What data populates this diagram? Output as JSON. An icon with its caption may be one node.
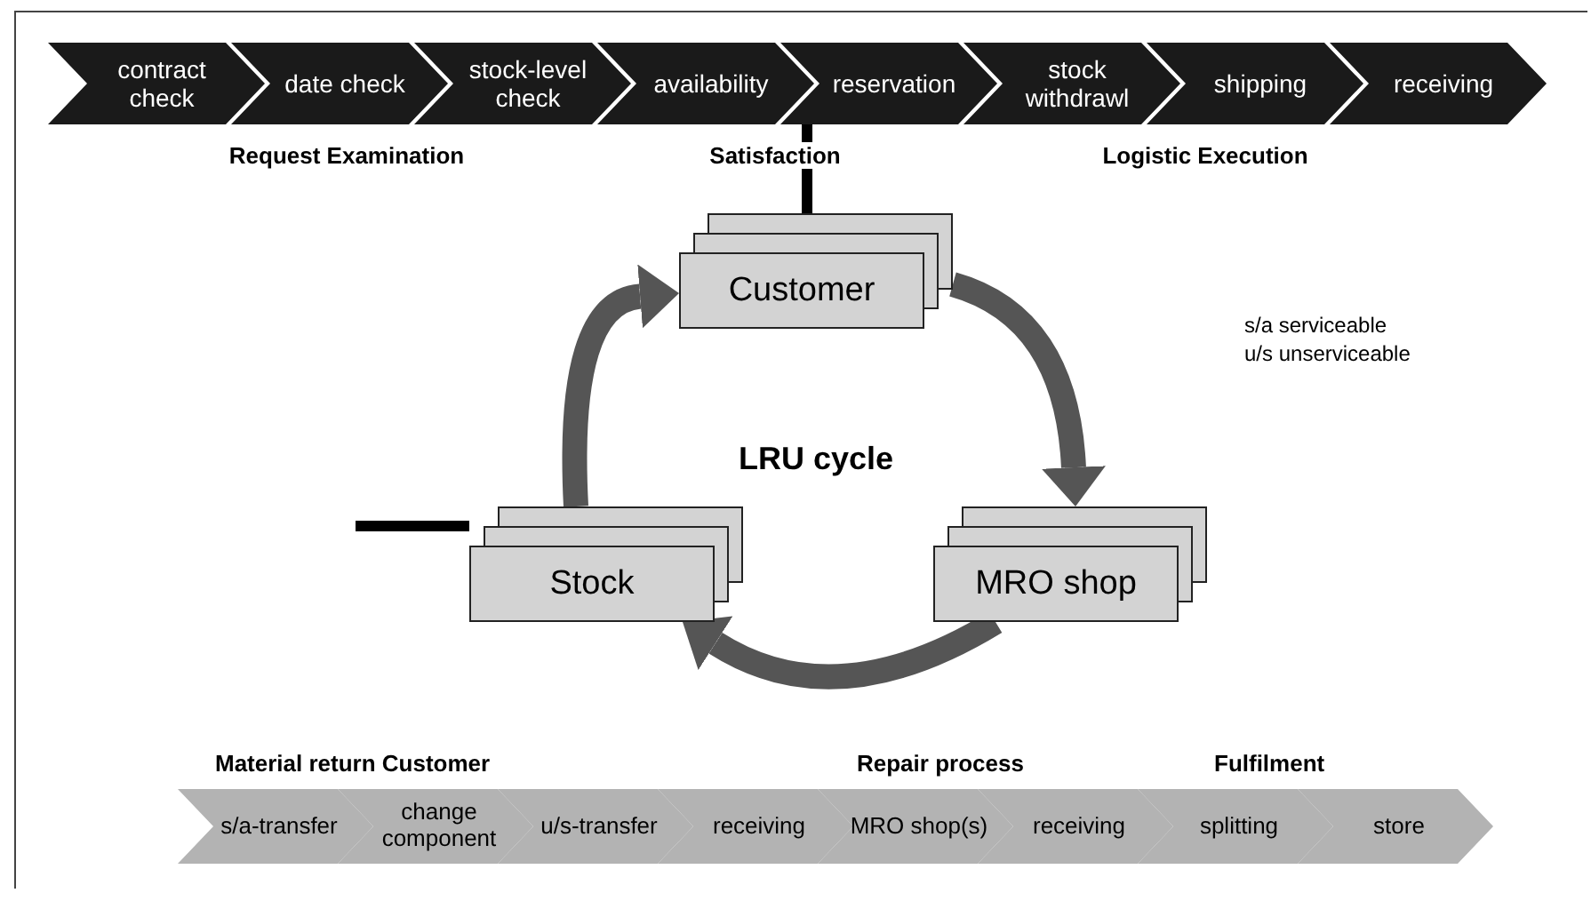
{
  "diagram": {
    "nodes": [
      {
        "text": [
          "contract check"
        ]
      },
      {
        "text": [
          "date check"
        ]
      },
      {
        "text": [
          "stock-level check"
        ]
      },
      {
        "text": [
          "availability"
        ]
      },
      {
        "text": [
          "reservation"
        ]
      },
      {
        "text": [
          "stock withdrawl"
        ]
      },
      {
        "text": [
          "shipping"
        ]
      },
      {
        "text": [
          "receiving"
        ]
      },
      {
        "text": [
          "Customer"
        ]
      },
      {
        "text": [
          "MRO shop"
        ]
      },
      {
        "text": [
          "Stock"
        ]
      },
      {
        "text": [
          "s/a-transfer"
        ]
      },
      {
        "text": [
          "change component"
        ]
      },
      {
        "text": [
          "u/s-transfer"
        ]
      },
      {
        "text": [
          "receiving"
        ]
      },
      {
        "text": [
          "MRO shop(s)"
        ]
      },
      {
        "text": [
          "receiving"
        ]
      },
      {
        "text": [
          "splitting"
        ]
      },
      {
        "text": [
          "store"
        ]
      }
    ],
    "edges": [
      {
        "from": 8,
        "to": 9,
        "arrow": "to"
      },
      {
        "from": 9,
        "to": 10,
        "arrow": "to"
      },
      {
        "from": 10,
        "to": 8,
        "arrow": "to"
      },
      {
        "from": 4,
        "to": 8,
        "arrow": "none",
        "color": "#000000"
      },
      {
        "from": null,
        "to": 10,
        "arrow": "none",
        "color": "#000000"
      }
    ],
    "labels": [
      "Request Examination",
      "Satisfaction",
      "Logistic Execution",
      "s/a serviceable",
      "u/s unserviceable",
      "LRU cycle",
      "Material return Customer",
      "Repair process",
      "Fulfilment"
    ]
  }
}
